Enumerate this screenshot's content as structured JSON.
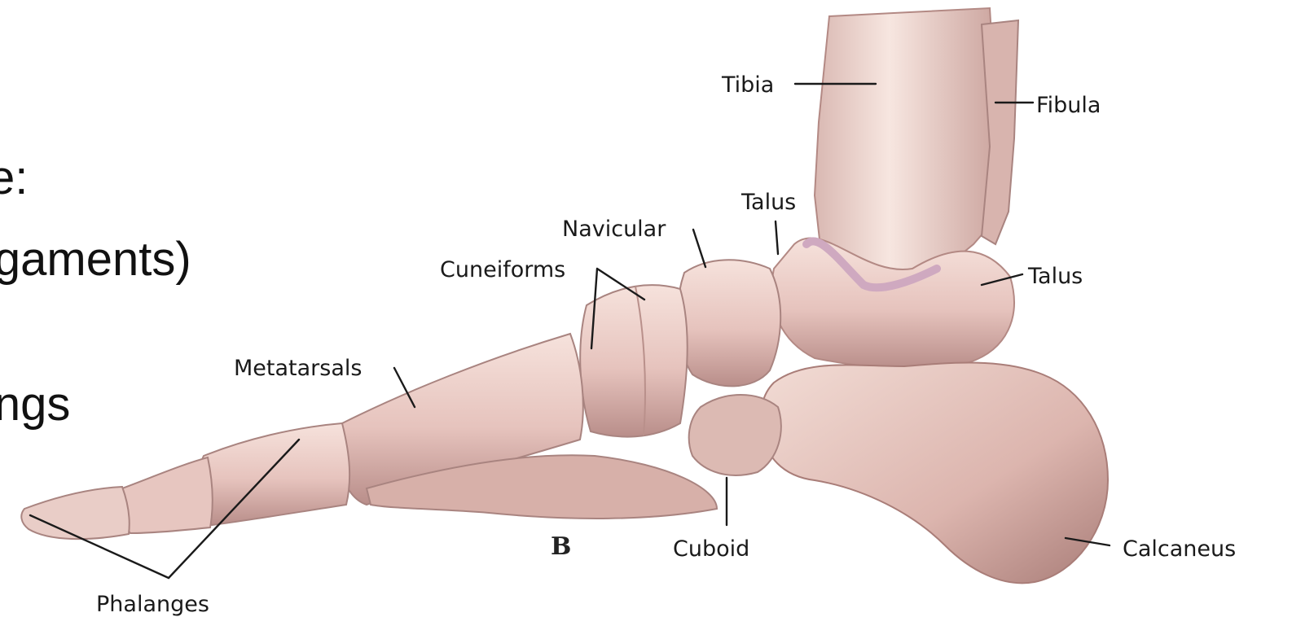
{
  "slide_text": {
    "line1": "e:",
    "line2": "igaments)",
    "line3": "ings"
  },
  "figure": {
    "plate_letter": "B",
    "labels": {
      "tibia": "Tibia",
      "fibula": "Fibula",
      "talus_top": "Talus",
      "talus_right": "Talus",
      "navicular": "Navicular",
      "cuneiforms": "Cuneiforms",
      "metatarsals": "Metatarsals",
      "phalanges": "Phalanges",
      "cuboid": "Cuboid",
      "calcaneus": "Calcaneus"
    },
    "colors": {
      "bone": "#e8c4bf",
      "bone_shadow": "#b98e8a",
      "cartilage": "#d9b3c6",
      "label_text": "#1a1a1a"
    }
  }
}
